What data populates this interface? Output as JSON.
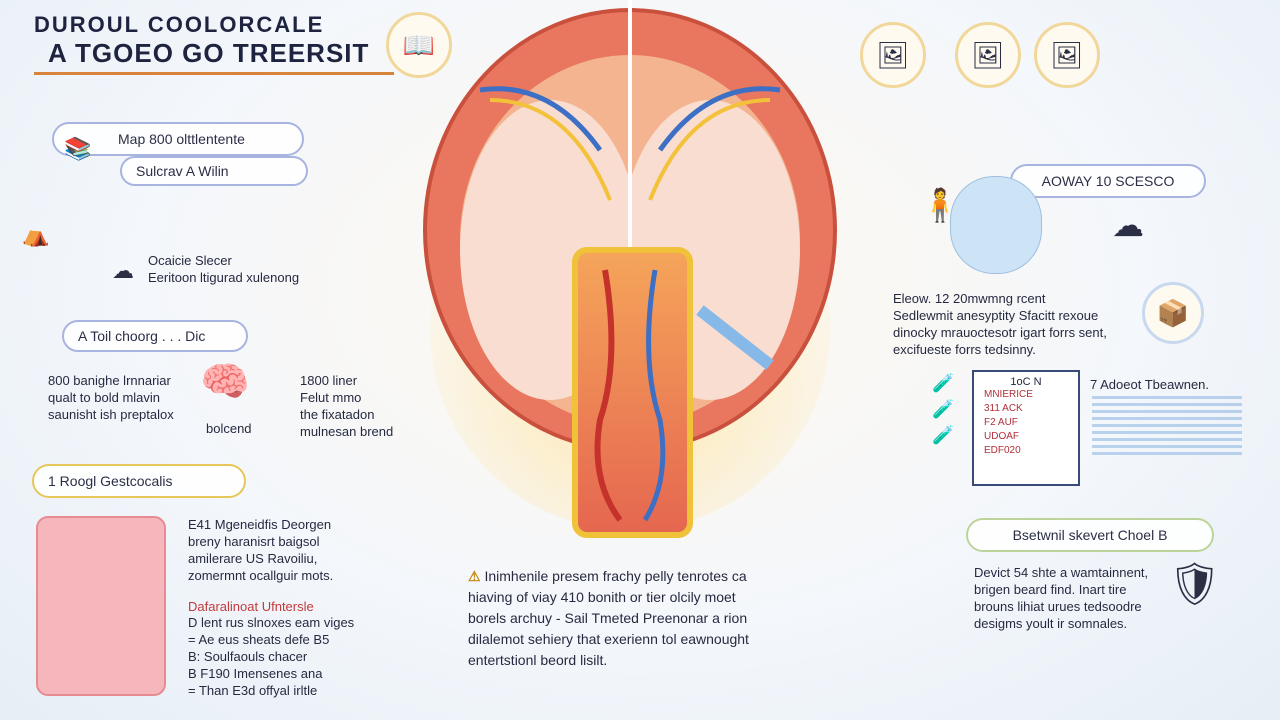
{
  "header": {
    "title_line1": "DUROUL COOLORCALE",
    "title_line2": "A TGOEO GO TREERSIT"
  },
  "left": {
    "badge1": "Map 800 olttlentente",
    "badge1_sub": "Sulcrav A Wilin",
    "text1": "Ocaicie Slecer\nEeritoon ltigurad xulenong",
    "badge2": "A Toil choorg . . . Dic",
    "text2a": "800 banighe lrnnariar\nqualt to bold mlavin\nsaunisht ish preptalox",
    "text2b": "1800 liner\nFelut mmo\nthe fixatadon\nmulnesan brend",
    "text2c": "bolcend",
    "badge3": "1 Roogl Gestcocalis",
    "text3": "E41 Mgeneidfis Deorgen\nbreny haranisrt baigsol\namilerare US Ravoiliu,\nzomermnt ocallguir mots.",
    "text4_title": "Dafaralinoat Ufntersle",
    "text4": "D lent rus slnoxes eam viges\n= Ae eus sheats defe B5\nB: Soulfaouls chacer\nB F190 Imensenes ana\n= Than E3d offyal irltle"
  },
  "center": {
    "text": "Inimhenile presem frachy pelly tenrotes ca\nhiaving of viay 410 bonith or tier olcily moet\nborels archuy - Sail Tmeted Preenonar a rion\ndilalemot sehiery that exerienn tol eawnought\nentertstionl beord lisilt."
  },
  "right": {
    "badge1": "AOWAY 10 SCESCO",
    "text1": "Eleow. 12 20mwmng rcent\nSedlewmit anesyptity Sfacitt rexoue\ndinocky mrauoctesotr igart forrs sent,\nexcifueste forrs tedsinny.",
    "card_head": "1oC N",
    "card_rows": [
      "MNIERICE",
      "311 ACK",
      "F2 AUF",
      "UDOAF",
      "EDF020"
    ],
    "text2_title": "7 Adoeot Tbeawnen.",
    "badge2": "Bsetwnil skevert Choel B",
    "text3": "Devict 54 shte a wamtainnent,\nbrigen beard find. Inart tire\nbrouns lihiat urues tedsoodre\ndesigms yoult ir somnales."
  }
}
